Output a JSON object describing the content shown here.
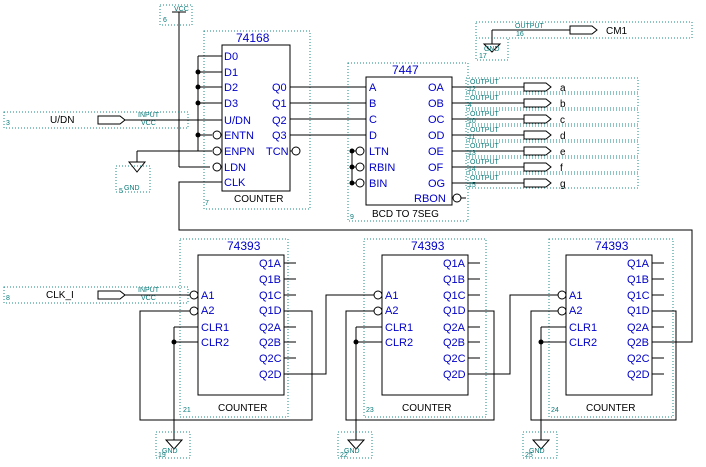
{
  "vcc": {
    "label": "VCC",
    "num": "6"
  },
  "u74168": {
    "title": "74168",
    "left_pins": [
      "D0",
      "D1",
      "D2",
      "D3",
      "U/DN",
      "ENTN",
      "ENPN",
      "LDN",
      "CLK"
    ],
    "right_pins": [
      "Q0",
      "Q1",
      "Q2",
      "Q3",
      "TCN"
    ],
    "caption": "COUNTER",
    "ref": "7"
  },
  "u7447": {
    "title": "7447",
    "left_pins": [
      "A",
      "B",
      "C",
      "D",
      "LTN",
      "RBIN",
      "BIN"
    ],
    "right_pins": [
      "OA",
      "OB",
      "OC",
      "OD",
      "OE",
      "OF",
      "OG",
      "RBON"
    ],
    "caption": "BCD TO 7SEG",
    "ref": "9"
  },
  "counters": [
    {
      "title": "74393",
      "ref": "21",
      "gnd_num": "19"
    },
    {
      "title": "74393",
      "ref": "23",
      "gnd_num": "22"
    },
    {
      "title": "74393",
      "ref": "24",
      "gnd_num": "25"
    }
  ],
  "counter393": {
    "left_pins": [
      "A1",
      "A2",
      "CLR1",
      "CLR2"
    ],
    "right_pins": [
      "Q1A",
      "Q1B",
      "Q1C",
      "Q1D",
      "Q2A",
      "Q2B",
      "Q2C",
      "Q2D"
    ],
    "caption": "COUNTER"
  },
  "inputs": [
    {
      "name": "U/DN",
      "num": "3",
      "tag": "INPUT",
      "vcc": "VCC"
    },
    {
      "name": "CLK_I",
      "num": "8",
      "tag": "INPUT",
      "vcc": "VCC"
    }
  ],
  "outputs": [
    {
      "name": "a",
      "num": "12",
      "tag": "OUTPUT"
    },
    {
      "name": "b",
      "num": "4",
      "tag": "OUTPUT"
    },
    {
      "name": "c",
      "num": "10",
      "tag": "OUTPUT"
    },
    {
      "name": "d",
      "num": "11",
      "tag": "OUTPUT"
    },
    {
      "name": "e",
      "num": "13",
      "tag": "OUTPUT"
    },
    {
      "name": "f",
      "num": "14",
      "tag": "OUTPUT"
    },
    {
      "name": "g",
      "num": "15",
      "tag": "OUTPUT"
    }
  ],
  "cm1": {
    "name": "CM1",
    "num": "16",
    "tag": "OUTPUT",
    "gnd_num": "17"
  },
  "gnd74168": {
    "num": "5"
  },
  "gnd_label": "GND"
}
